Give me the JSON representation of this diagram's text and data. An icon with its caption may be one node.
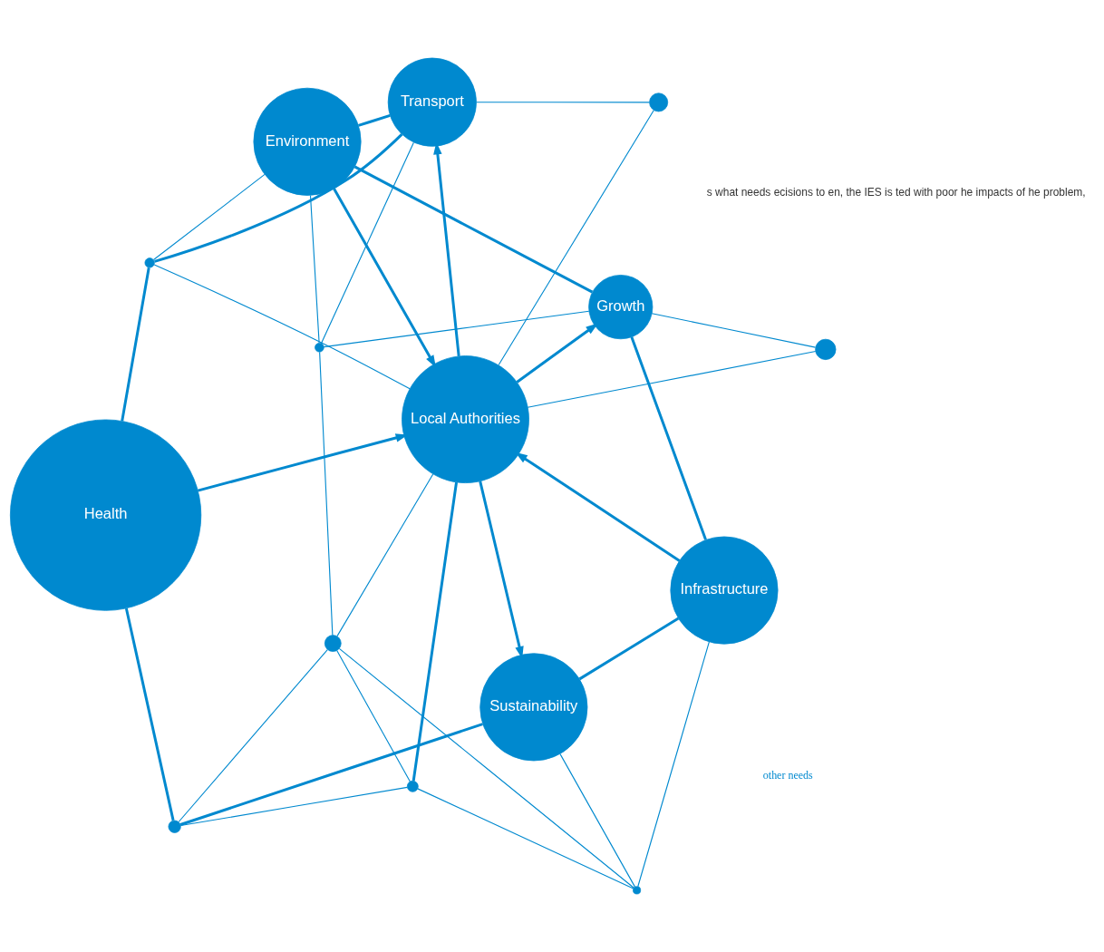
{
  "diagram": {
    "nodes": [
      {
        "text": [
          "Sustainability"
        ]
      },
      {
        "text": [
          "Infrastructure"
        ]
      },
      {
        "text": [
          "Local Authorities"
        ]
      },
      {
        "text": [
          "Growth"
        ]
      },
      {
        "text": [
          "Health"
        ]
      },
      {
        "text": [
          "Environment"
        ]
      },
      {
        "text": [
          "Transport"
        ]
      },
      {
        "text": [],
        "shape": "circle"
      },
      {
        "text": [],
        "shape": "circle"
      },
      {
        "text": [],
        "shape": "circle"
      },
      {
        "text": [],
        "shape": "circle"
      },
      {
        "text": [],
        "shape": "circle"
      },
      {
        "text": [],
        "shape": "circle"
      },
      {
        "text": [],
        "shape": "circle"
      },
      {
        "text": [],
        "shape": "circle"
      }
    ],
    "edges": [
      {
        "from": 0,
        "to": 1,
        "arrow": "none",
        "style": "thick"
      },
      {
        "from": 1,
        "to": 7,
        "arrow": "none"
      },
      {
        "from": 0,
        "to": 7,
        "arrow": "none"
      },
      {
        "from": 7,
        "to": 8,
        "arrow": "none"
      },
      {
        "from": 7,
        "to": 11,
        "arrow": "none"
      },
      {
        "from": 2,
        "to": 0,
        "arrow": "to",
        "style": "thick"
      },
      {
        "from": 0,
        "to": 10,
        "arrow": "none",
        "style": "thick"
      },
      {
        "from": 10,
        "to": 8,
        "arrow": "none"
      },
      {
        "from": 10,
        "to": 11,
        "arrow": "none"
      },
      {
        "from": 10,
        "to": 4,
        "arrow": "none",
        "style": "thick"
      },
      {
        "from": 11,
        "to": 8,
        "arrow": "none"
      },
      {
        "from": 11,
        "to": 2,
        "arrow": "none",
        "style": "thick"
      },
      {
        "from": 8,
        "to": 2,
        "arrow": "none"
      },
      {
        "from": 8,
        "to": 12,
        "arrow": "none"
      },
      {
        "from": 1,
        "to": 2,
        "arrow": "to",
        "style": "thick"
      },
      {
        "from": 1,
        "to": 3,
        "arrow": "none",
        "style": "thick"
      },
      {
        "from": 9,
        "to": 2,
        "arrow": "none"
      },
      {
        "from": 9,
        "to": 3,
        "arrow": "none"
      },
      {
        "from": 2,
        "to": 3,
        "arrow": "to",
        "style": "thick"
      },
      {
        "from": 3,
        "to": 12,
        "arrow": "none"
      },
      {
        "from": 3,
        "to": 5,
        "arrow": "none",
        "style": "thick"
      },
      {
        "from": 12,
        "to": 5,
        "arrow": "none"
      },
      {
        "from": 12,
        "to": 6,
        "arrow": "none"
      },
      {
        "from": 5,
        "to": 2,
        "arrow": "to",
        "style": "thick"
      },
      {
        "from": 2,
        "to": 6,
        "arrow": "to",
        "style": "thick"
      },
      {
        "from": 4,
        "to": 2,
        "arrow": "to",
        "style": "thick"
      },
      {
        "from": 4,
        "to": 14,
        "arrow": "none",
        "style": "thick"
      },
      {
        "from": 13,
        "to": 2,
        "arrow": "none"
      },
      {
        "from": 13,
        "to": 6,
        "arrow": "none"
      },
      {
        "from": 2,
        "to": 14,
        "arrow": "none"
      },
      {
        "from": 14,
        "to": 5,
        "arrow": "none"
      },
      {
        "from": 14,
        "to": 6,
        "arrow": "none",
        "style": "thick"
      },
      {
        "from": 5,
        "to": 6,
        "arrow": "none",
        "style": "thick"
      }
    ],
    "labels": [
      "other needs",
      "s what needs ecisions to en, the IES is ted with poor he impacts of he problem,"
    ]
  }
}
